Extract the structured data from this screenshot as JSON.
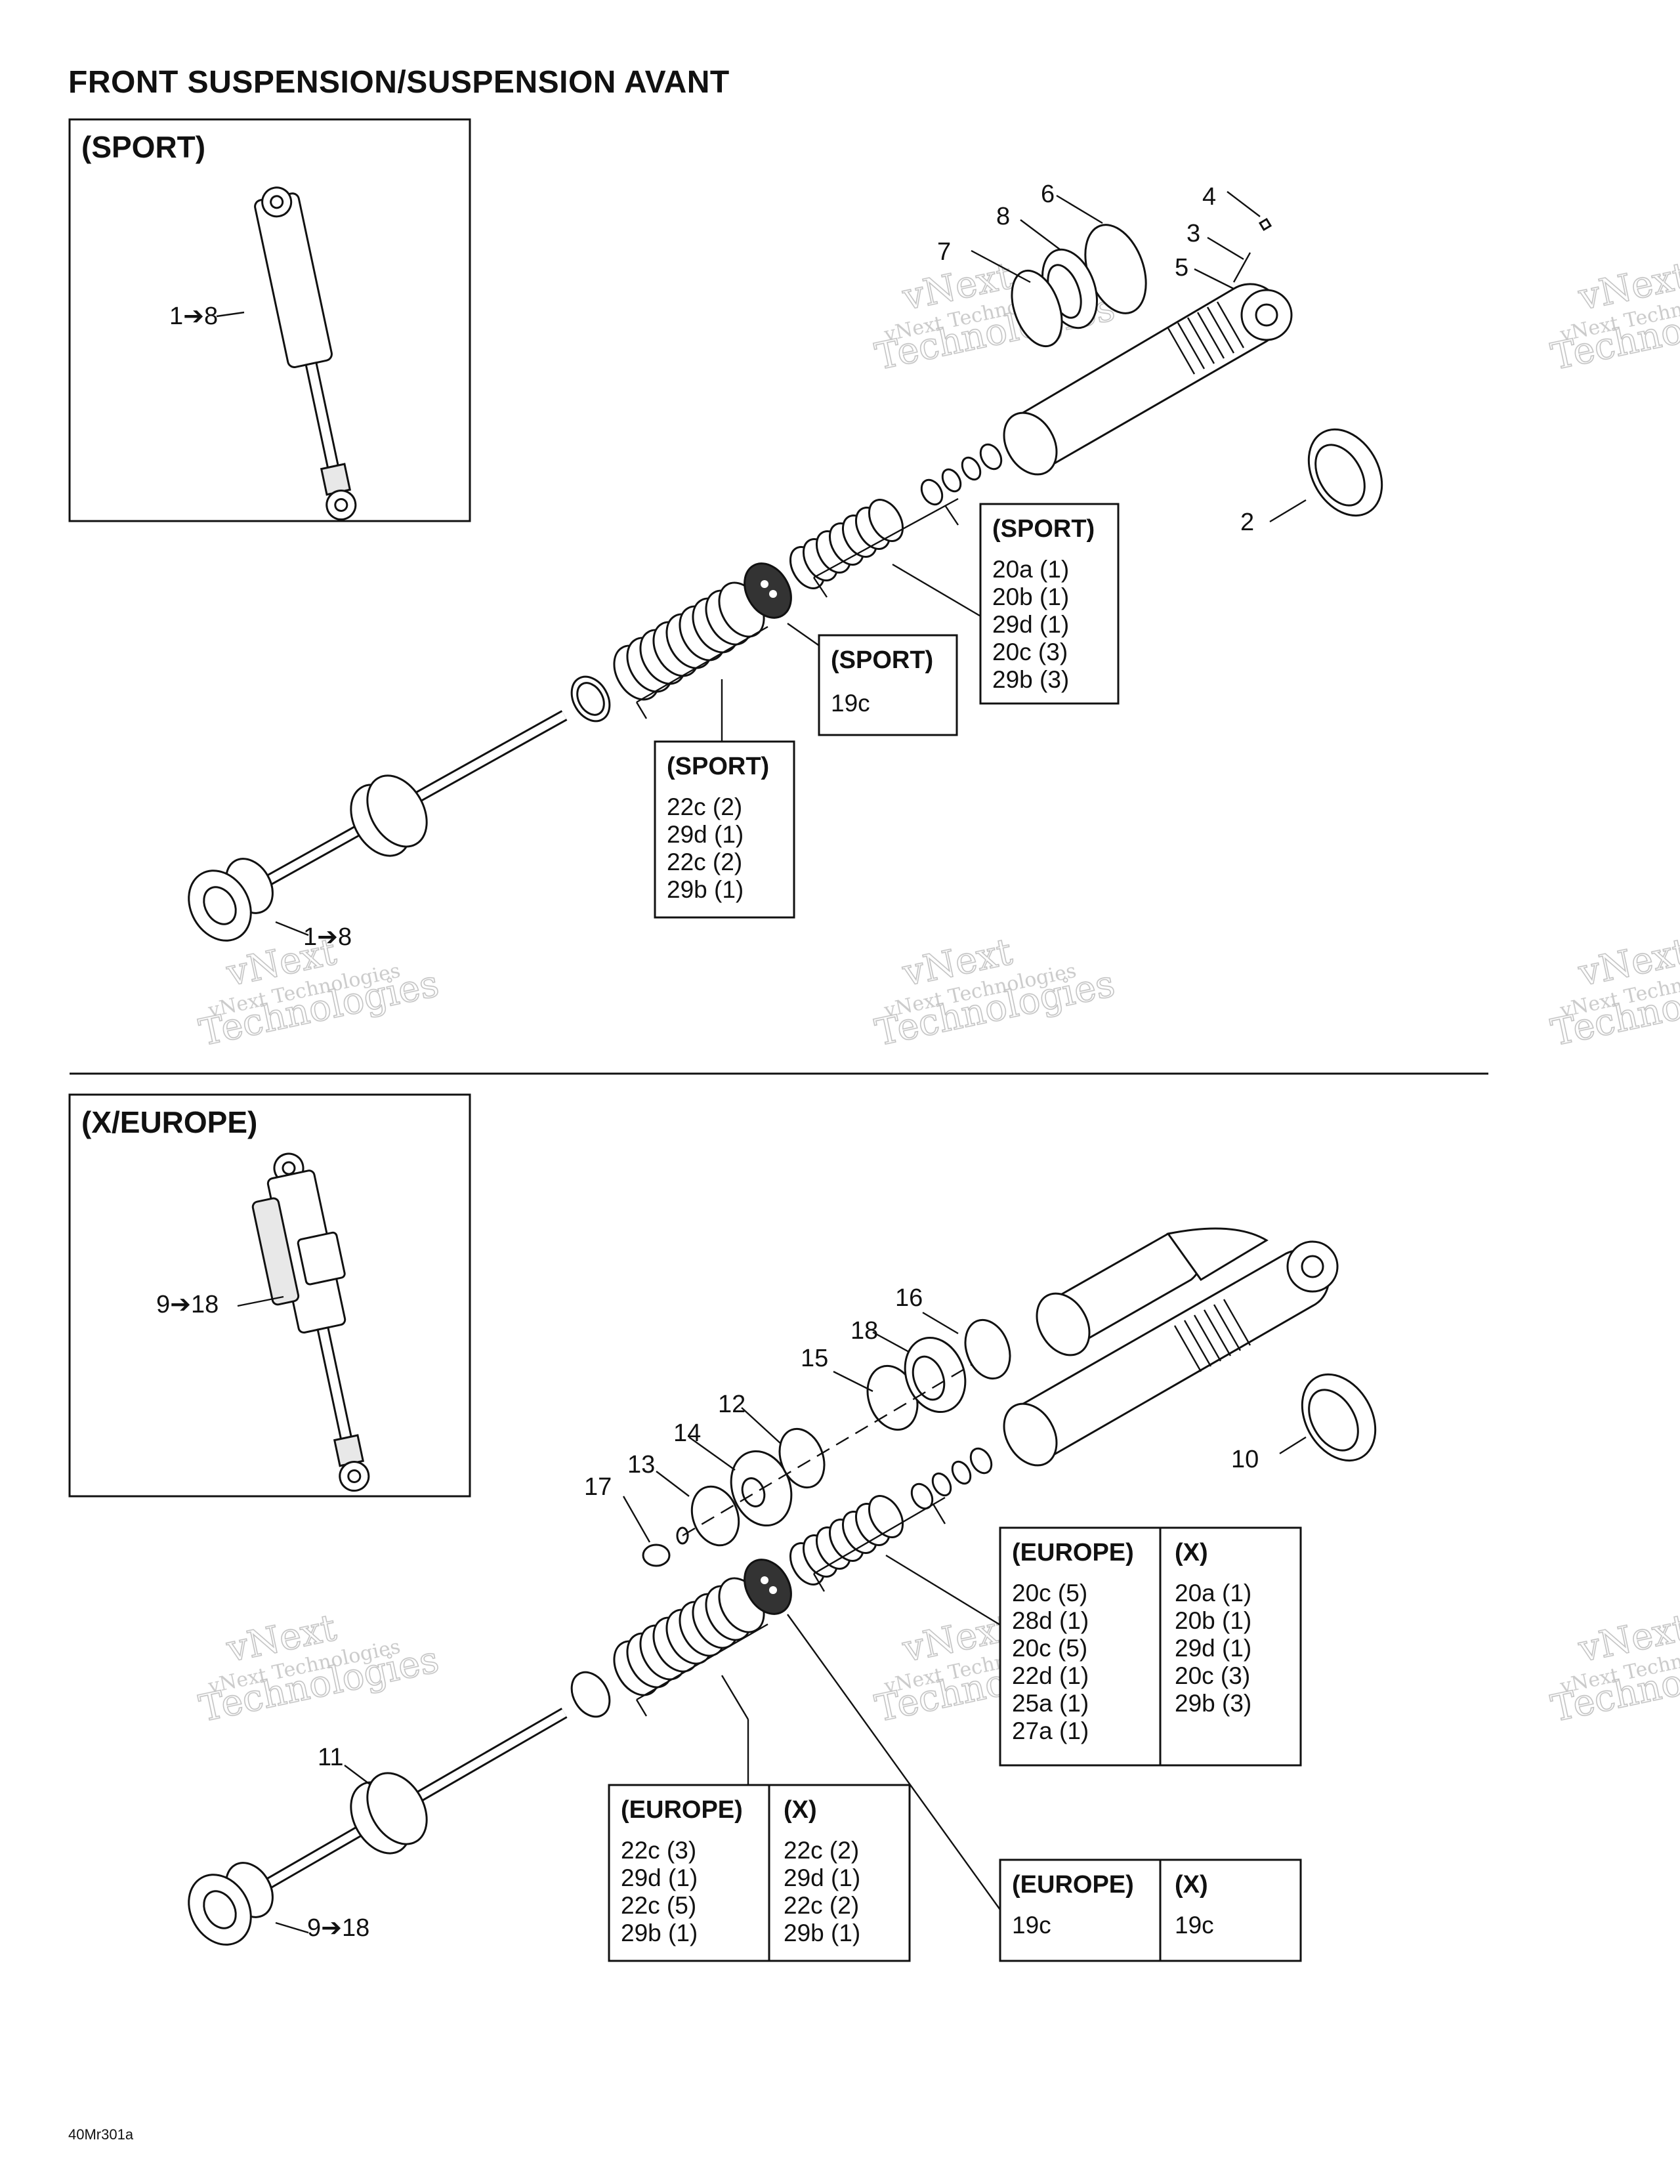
{
  "title": "FRONT SUSPENSION/SUSPENSION AVANT",
  "watermark": {
    "line1": "vNext",
    "line2": "vNext Technologies",
    "line3": "Technologies"
  },
  "footer_code": "40Mr301a",
  "sport_section": {
    "inset_title": "(SPORT)",
    "inset_callout": "1➔8",
    "callouts": {
      "c1_8": "1➔8",
      "c2": "2",
      "c3": "3",
      "c4": "4",
      "c5": "5",
      "c6": "6",
      "c7": "7",
      "c8": "8"
    },
    "box_upper_springs": {
      "header": "(SPORT)",
      "lines": [
        "20a (1)",
        "20b (1)",
        "29d (1)",
        "20c (3)",
        "29b (3)"
      ]
    },
    "box_piston": {
      "header": "(SPORT)",
      "lines": [
        "19c"
      ]
    },
    "box_lower_springs": {
      "header": "(SPORT)",
      "lines": [
        "22c (2)",
        "29d (1)",
        "22c (2)",
        "29b (1)"
      ]
    }
  },
  "x_europe_section": {
    "inset_title": "(X/EUROPE)",
    "inset_callout": "9➔18",
    "callouts": {
      "c9_18": "9➔18",
      "c10": "10",
      "c11": "11",
      "c12": "12",
      "c13": "13",
      "c14": "14",
      "c15": "15",
      "c16": "16",
      "c17": "17",
      "c18": "18"
    },
    "box_upper_springs": {
      "col1_header": "(EUROPE)",
      "col2_header": "(X)",
      "col1": [
        "20c (5)",
        "28d (1)",
        "20c (5)",
        "22d (1)",
        "25a (1)",
        "27a (1)"
      ],
      "col2": [
        "20a (1)",
        "20b (1)",
        "29d (1)",
        "20c (3)",
        "29b (3)"
      ]
    },
    "box_lower_springs": {
      "col1_header": "(EUROPE)",
      "col2_header": "(X)",
      "col1": [
        "22c (3)",
        "29d (1)",
        "22c (5)",
        "29b (1)"
      ],
      "col2": [
        "22c (2)",
        "29d (1)",
        "22c (2)",
        "29b (1)"
      ]
    },
    "box_piston": {
      "col1_header": "(EUROPE)",
      "col2_header": "(X)",
      "col1": [
        "19c"
      ],
      "col2": [
        "19c"
      ]
    }
  }
}
